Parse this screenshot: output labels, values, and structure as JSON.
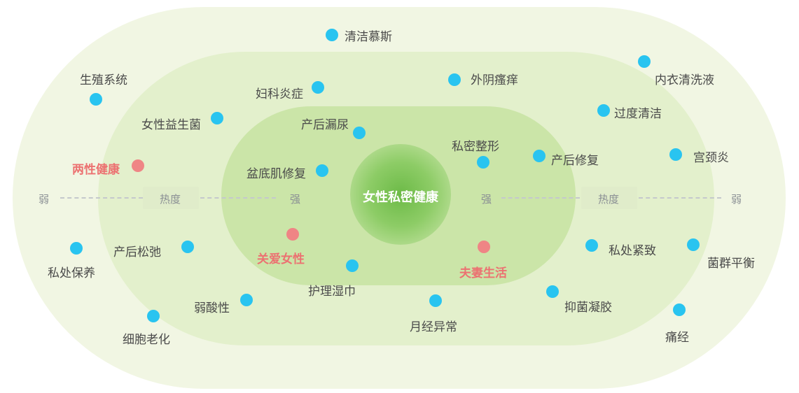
{
  "center_title": "女性私密健康",
  "axis": {
    "left_weak": "弱",
    "left_heat": "热度",
    "left_strong": "强",
    "right_strong": "强",
    "right_heat": "热度",
    "right_weak": "弱"
  },
  "colors": {
    "topic_dot": "#29c4f0",
    "highlight_dot": "#ef8585",
    "highlight_text": "#ec7171"
  },
  "topics": [
    {
      "id": "qingjie-musi",
      "label": "清洁慕斯",
      "highlight": false
    },
    {
      "id": "shengzhi-xitong",
      "label": "生殖系统",
      "highlight": false
    },
    {
      "id": "fuke-yanzheng",
      "label": "妇科炎症",
      "highlight": false
    },
    {
      "id": "waiyin-saoyang",
      "label": "外阴瘙痒",
      "highlight": false
    },
    {
      "id": "neiyi-qingxiye",
      "label": "内衣清洗液",
      "highlight": false
    },
    {
      "id": "nvxing-yishengjun",
      "label": "女性益生菌",
      "highlight": false
    },
    {
      "id": "chanhou-louniao",
      "label": "产后漏尿",
      "highlight": false
    },
    {
      "id": "guodu-qingjie",
      "label": "过度清洁",
      "highlight": false
    },
    {
      "id": "simi-zhengxing",
      "label": "私密整形",
      "highlight": false
    },
    {
      "id": "chanhou-xiufu",
      "label": "产后修复",
      "highlight": false
    },
    {
      "id": "gongjingyan",
      "label": "宫颈炎",
      "highlight": false
    },
    {
      "id": "liangxing-jiankang",
      "label": "两性健康",
      "highlight": true
    },
    {
      "id": "pendiji-xiufu",
      "label": "盆底肌修复",
      "highlight": false
    },
    {
      "id": "guanai-nvxing",
      "label": "关爱女性",
      "highlight": true
    },
    {
      "id": "fuqi-shenghuo",
      "label": "夫妻生活",
      "highlight": true
    },
    {
      "id": "sichu-baoyang",
      "label": "私处保养",
      "highlight": false
    },
    {
      "id": "chanhou-songchi",
      "label": "产后松弛",
      "highlight": false
    },
    {
      "id": "sichu-jinzhi",
      "label": "私处紧致",
      "highlight": false
    },
    {
      "id": "junqun-pingheng",
      "label": "菌群平衡",
      "highlight": false
    },
    {
      "id": "huli-shijin",
      "label": "护理湿巾",
      "highlight": false
    },
    {
      "id": "ruosuanxing",
      "label": "弱酸性",
      "highlight": false
    },
    {
      "id": "yijun-ningjiao",
      "label": "抑菌凝胶",
      "highlight": false
    },
    {
      "id": "yuejing-yichang",
      "label": "月经异常",
      "highlight": false
    },
    {
      "id": "xibao-laohua",
      "label": "细胞老化",
      "highlight": false
    },
    {
      "id": "tongjing",
      "label": "痛经",
      "highlight": false
    }
  ]
}
